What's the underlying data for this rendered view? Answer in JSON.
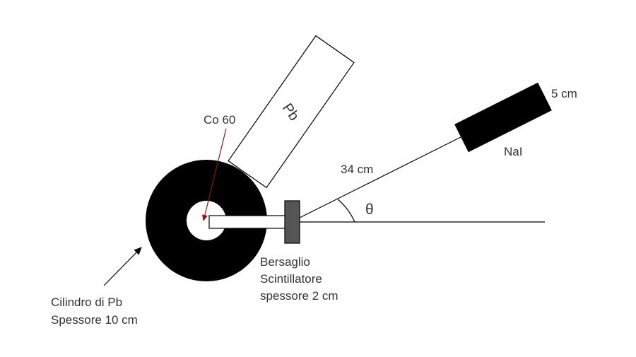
{
  "labels": {
    "co60": "Co 60",
    "pb_shield": "Pb",
    "nai": "NaI",
    "size_5cm": "5 cm",
    "dist_34cm": "34 cm",
    "theta": "θ",
    "target_line1": "Bersaglio",
    "target_line2": "Scintillatore",
    "target_line3": "spessore 2 cm",
    "cylinder_line1": "Cilindro di Pb",
    "cylinder_line2": "Spessore 10 cm"
  },
  "colors": {
    "ink": "#000000",
    "text": "#333333",
    "source_arrow": "#8b1a1a",
    "target_block": "#555555"
  }
}
